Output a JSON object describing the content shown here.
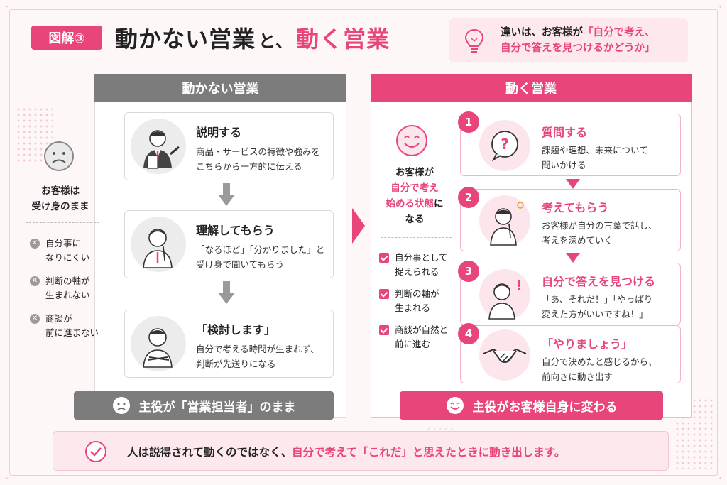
{
  "header": {
    "badge": "図解③",
    "title_part1": "動かない営業",
    "title_connector": "と、",
    "title_part2": "動く営業",
    "hint_line1_prefix": "違いは、お客様が",
    "hint_line1_highlight": "「自分で考え、",
    "hint_line2_highlight": "自分で答えを見つけるかどうか」"
  },
  "left": {
    "heading": "動かない営業",
    "side_label": [
      "お客様は",
      "受け身のまま"
    ],
    "x_items": [
      [
        "自分事に",
        "なりにくい"
      ],
      [
        "判断の軸が",
        "生まれない"
      ],
      [
        "商談が",
        "前に進まない"
      ]
    ],
    "cards": [
      {
        "title": "説明する",
        "desc": [
          "商品・サービスの特徴や強みを",
          "こちらから一方的に伝える"
        ]
      },
      {
        "title": "理解してもらう",
        "desc": [
          "「なるほど」「分かりました」と",
          "受け身で聞いてもらう"
        ]
      },
      {
        "title": "「検討します」",
        "desc": [
          "自分で考える時間が生まれず、",
          "判断が先送りになる"
        ]
      }
    ],
    "footer": "主役が「営業担当者」のまま"
  },
  "right": {
    "heading": "動く営業",
    "side_label_line1": "お客様が",
    "side_label_highlight1": "自分で考え",
    "side_label_highlight2": "始める状態",
    "side_label_line3_suffix": "に",
    "side_label_line4": "なる",
    "check_items": [
      [
        "自分事として",
        "捉えられる"
      ],
      [
        "判断の軸が",
        "生まれる"
      ],
      [
        "商談が自然と",
        "前に進む"
      ]
    ],
    "cards": [
      {
        "num": "1",
        "title": "質問する",
        "desc": [
          "課題や理想、未来について",
          "問いかける"
        ]
      },
      {
        "num": "2",
        "title": "考えてもらう",
        "desc": [
          "お客様が自分の言葉で話し、",
          "考えを深めていく"
        ]
      },
      {
        "num": "3",
        "title": "自分で答えを見つける",
        "desc": [
          "「あ、それだ！」「やっぱり",
          "変えた方がいいですね！」"
        ]
      },
      {
        "num": "4",
        "title": "「やりましょう」",
        "desc": [
          "自分で決めたと感じるから、",
          "前向きに動き出す"
        ]
      }
    ],
    "footer": "主役がお客様自身に変わる"
  },
  "bottom": {
    "text_prefix": "人は説得されて動くのではなく、",
    "text_highlight": "自分で考えて「これだ」と思えたときに動き出します。"
  },
  "colors": {
    "accent": "#e8457a",
    "gray": "#7c7c7c",
    "pink_bg": "#fde8ee"
  }
}
